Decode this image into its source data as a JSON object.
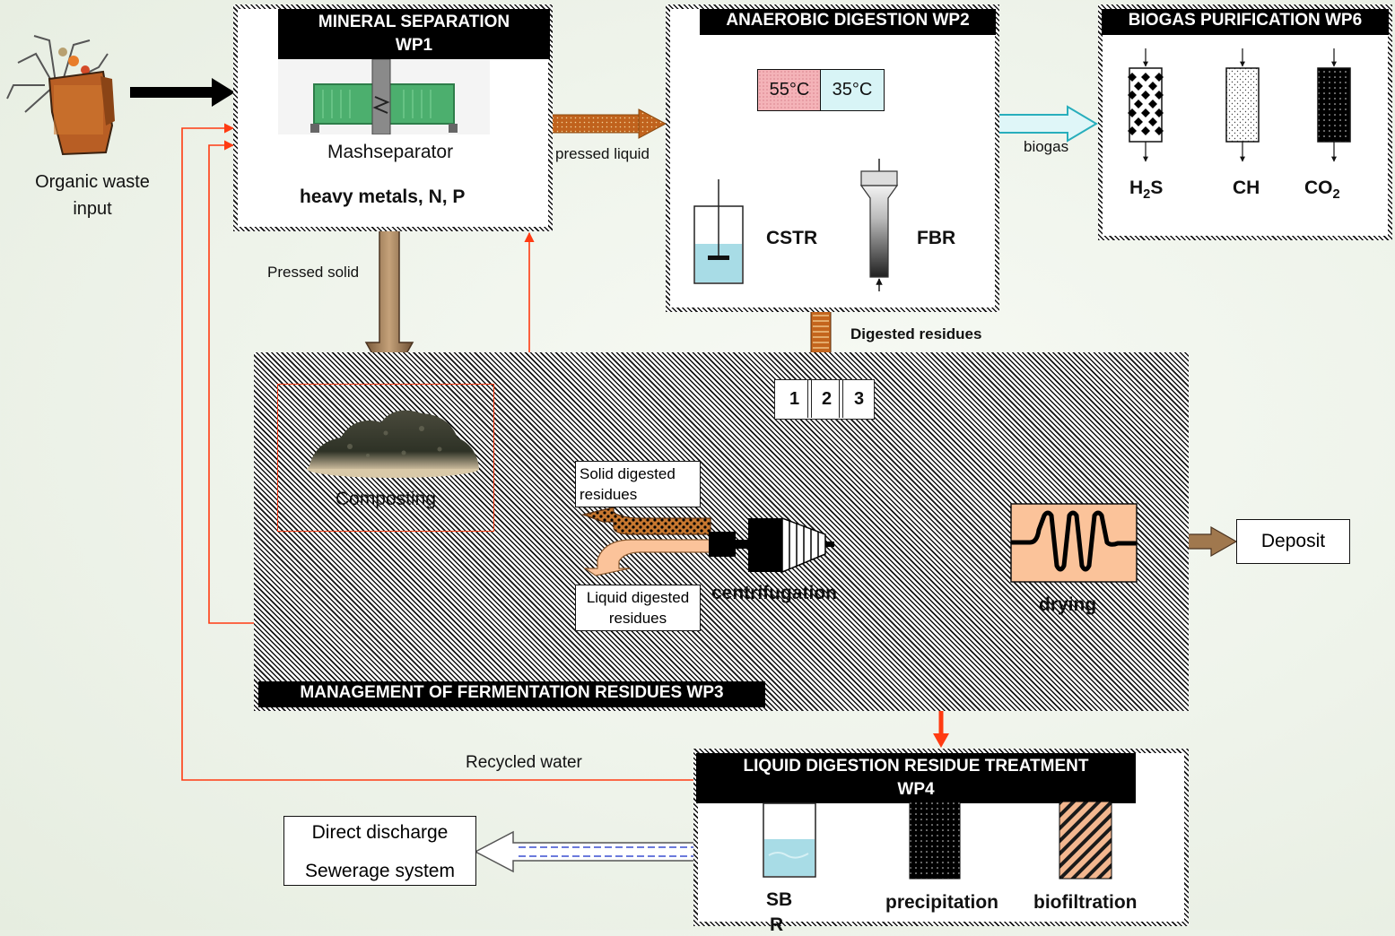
{
  "input": {
    "label_line1": "Organic waste",
    "label_line2": "input"
  },
  "wp1": {
    "title_line1": "MINERAL SEPARATION",
    "title_line2": "WP1",
    "device": "Mashseparator",
    "targets": "heavy metals, N, P"
  },
  "wp2": {
    "title": "ANAEROBIC DIGESTION WP2",
    "temp_thermophilic": "55°C",
    "temp_mesophilic": "35°C",
    "reactor1": "CSTR",
    "reactor2": "FBR"
  },
  "wp6": {
    "title": "BIOGAS PURIFICATION WP6",
    "gas1": "H2S",
    "gas2": "CH",
    "gas3": "CO2"
  },
  "wp3": {
    "title": "MANAGEMENT OF FERMENTATION RESIDUES WP3",
    "composting": "Composting",
    "solid_line1": "Solid digested",
    "solid_line2": "residues",
    "liquid_line1": "Liquid digested",
    "liquid_line2": "residues",
    "centrifugation": "centrifugation",
    "drying": "drying",
    "options": [
      "1",
      "2",
      "3"
    ]
  },
  "wp4": {
    "title_line1": "LIQUID DIGESTION RESIDUE TREATMENT",
    "title_line2": "WP4",
    "process1_line1": "SB",
    "process1_line2": "R",
    "process2": "precipitation",
    "process3": "biofiltration"
  },
  "flows": {
    "pressed_liquid": "pressed liquid",
    "pressed_solid": "Pressed solid",
    "biogas": "biogas",
    "digested_residues": "Digested residues",
    "recycled_water": "Recycled water",
    "deposit": "Deposit",
    "discharge_line1": "Direct discharge",
    "discharge_line2": "Sewerage system"
  },
  "colors": {
    "flow_red": "#ff3b12",
    "brown_arrow": "#a0784e",
    "orange_arrow": "#c8651a",
    "hot": "#f4b3b8",
    "cold": "#d8f4f6",
    "drying_fill": "#fbc39a",
    "water": "#a8dce6"
  }
}
